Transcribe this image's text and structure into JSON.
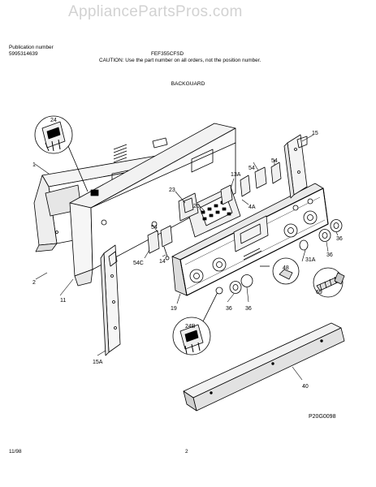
{
  "watermark": "AppliancePartsPros.com",
  "header": {
    "pub_label": "Publication number",
    "pub_number": "5995314639",
    "model": "FEF355CFSD",
    "caution": "CAUTION:  Use the part number on all orders, not the position number."
  },
  "section_title": "BACKGUARD",
  "footer": {
    "date": "11/98",
    "page": "2",
    "drawing_code": "P20G0098"
  },
  "callouts": {
    "c24": "24",
    "c1": "1",
    "c2": "2",
    "c11": "11",
    "c15A": "15A",
    "c23": "23",
    "c20": "20",
    "c13A": "13A",
    "c54a": "54",
    "c54b": "54",
    "c54c": "54",
    "c15": "15",
    "c4A": "4A",
    "c54C": "54C",
    "c14": "14",
    "c19": "19",
    "c48": "48",
    "c36a": "36",
    "c36b": "36",
    "c36c": "36",
    "c36d": "36",
    "c31A": "31A",
    "c69": "69",
    "c24B": "24B",
    "c40": "40"
  },
  "colors": {
    "line": "#000000",
    "watermark": "#d2d2d2"
  }
}
